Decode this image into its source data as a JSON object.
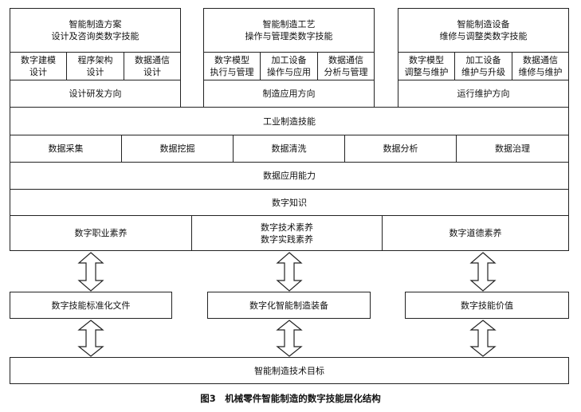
{
  "top_groups": [
    {
      "title_lines": [
        "智能制造方案",
        "设计及咨询类数字技能"
      ],
      "subs": [
        [
          "数字建模",
          "设计"
        ],
        [
          "程序架构",
          "设计"
        ],
        [
          "数据通信",
          "设计"
        ]
      ],
      "direction": "设计研发方向"
    },
    {
      "title_lines": [
        "智能制造工艺",
        "操作与管理类数字技能"
      ],
      "subs": [
        [
          "数字模型",
          "执行与管理"
        ],
        [
          "加工设备",
          "操作与应用"
        ],
        [
          "数据通信",
          "分析与管理"
        ]
      ],
      "direction": "制造应用方向"
    },
    {
      "title_lines": [
        "智能制造设备",
        "维修与调整类数字技能"
      ],
      "subs": [
        [
          "数字模型",
          "调整与维护"
        ],
        [
          "加工设备",
          "维护与升级"
        ],
        [
          "数据通信",
          "维修与维护"
        ]
      ],
      "direction": "运行维护方向"
    }
  ],
  "industrial_skill": "工业制造技能",
  "data_ops": [
    "数据采集",
    "数据挖掘",
    "数据清洗",
    "数据分析",
    "数据治理"
  ],
  "data_application": "数据应用能力",
  "digital_knowledge": "数字知识",
  "literacy": {
    "left": "数字职业素养",
    "middle_lines": [
      "数字技术素养",
      "数字实践素养"
    ],
    "right": "数字道德素养"
  },
  "pillars": [
    "数字技能标准化文件",
    "数字化智能制造装备",
    "数字技能价值"
  ],
  "goal": "智能制造技术目标",
  "caption": "图3　机械零件智能制造的数字技能层化结构"
}
